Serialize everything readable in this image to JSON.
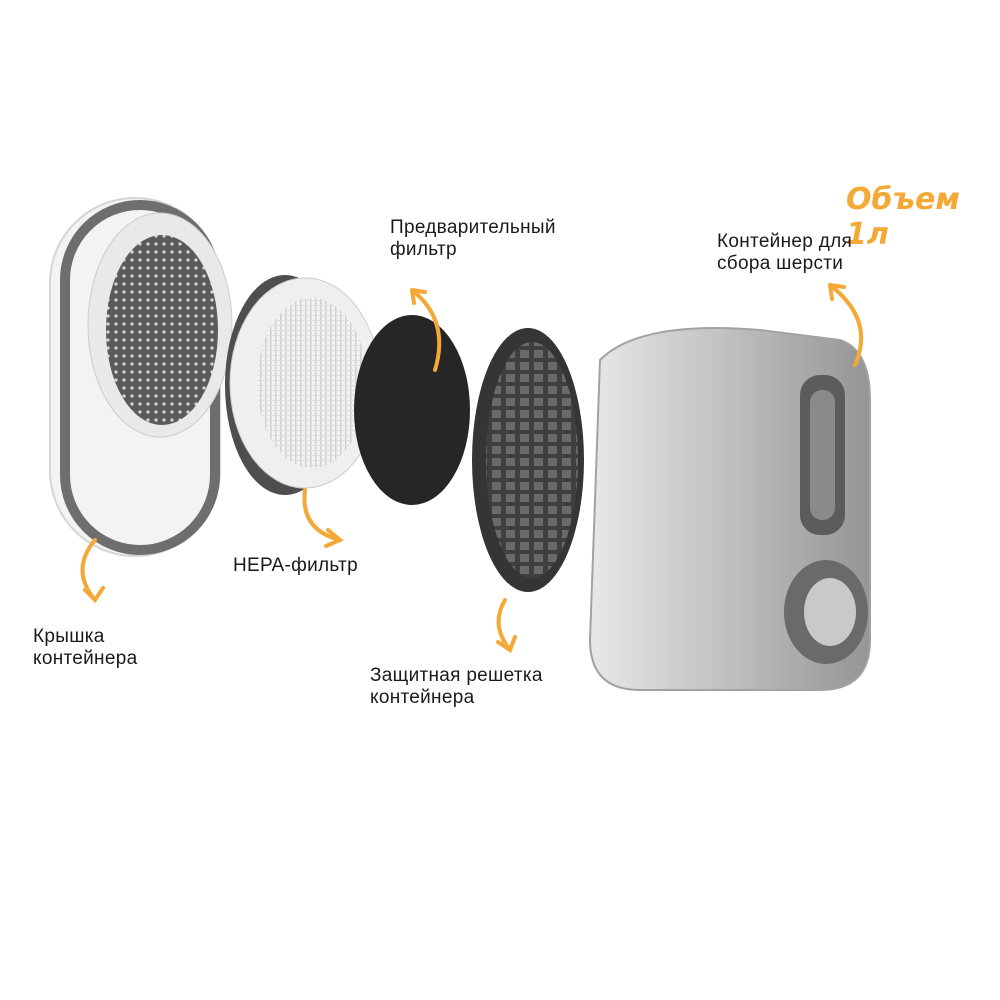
{
  "volume_label": "Объем 1л",
  "labels": {
    "container": [
      "Контейнер для",
      "сбора шерсти"
    ],
    "pre_filter": [
      "Предварительный",
      "фильтр"
    ],
    "hepa": [
      "HEPA-фильтр"
    ],
    "lid": [
      "Крышка",
      "контейнера"
    ],
    "grille": [
      "Защитная решетка",
      "контейнера"
    ]
  },
  "colors": {
    "accent": "#f4a836",
    "text": "#1a1a1a"
  }
}
